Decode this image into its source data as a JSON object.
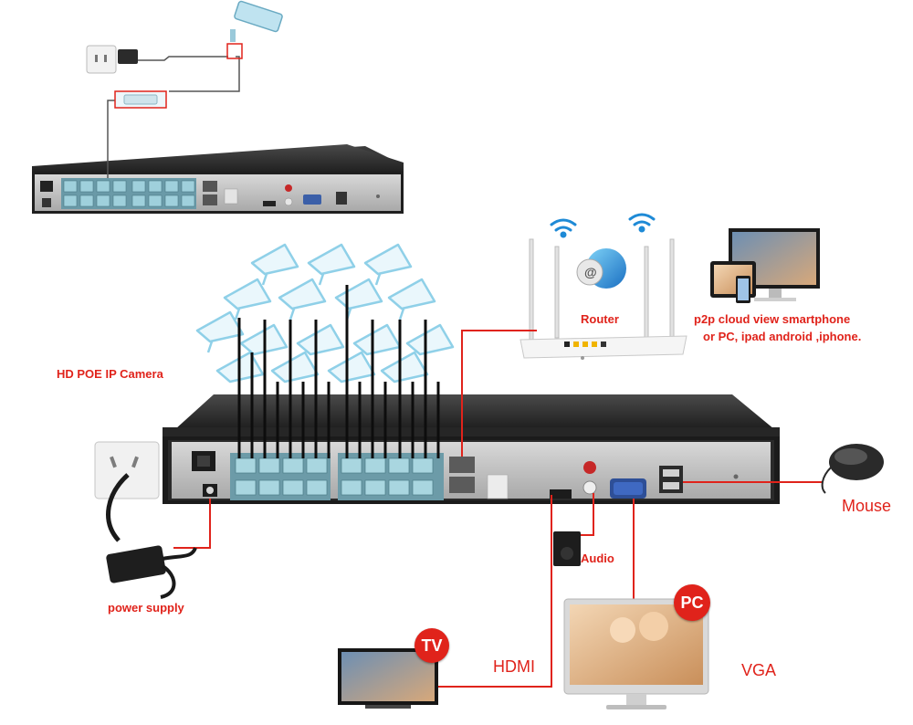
{
  "labels": {
    "camera": "HD POE IP Camera",
    "router": "Router",
    "p2p_line1": "p2p cloud  view smartphone",
    "p2p_line2": "or PC, ipad android ,iphone.",
    "power": "power supply",
    "audio": "Audio",
    "hdmi": "HDMI",
    "vga": "VGA",
    "mouse": "Mouse",
    "tv_badge": "TV",
    "pc_badge": "PC"
  },
  "colors": {
    "accent": "#e0231b",
    "camera_outline": "#8fd0e8",
    "nvr_body": "#2b2b2b"
  },
  "icons": [
    "wall-socket-icon",
    "power-adapter-icon",
    "ip-camera-icon",
    "wifi-icon",
    "router-icon",
    "tablet-icon",
    "speaker-icon",
    "tv-icon",
    "monitor-icon",
    "mouse-icon"
  ]
}
